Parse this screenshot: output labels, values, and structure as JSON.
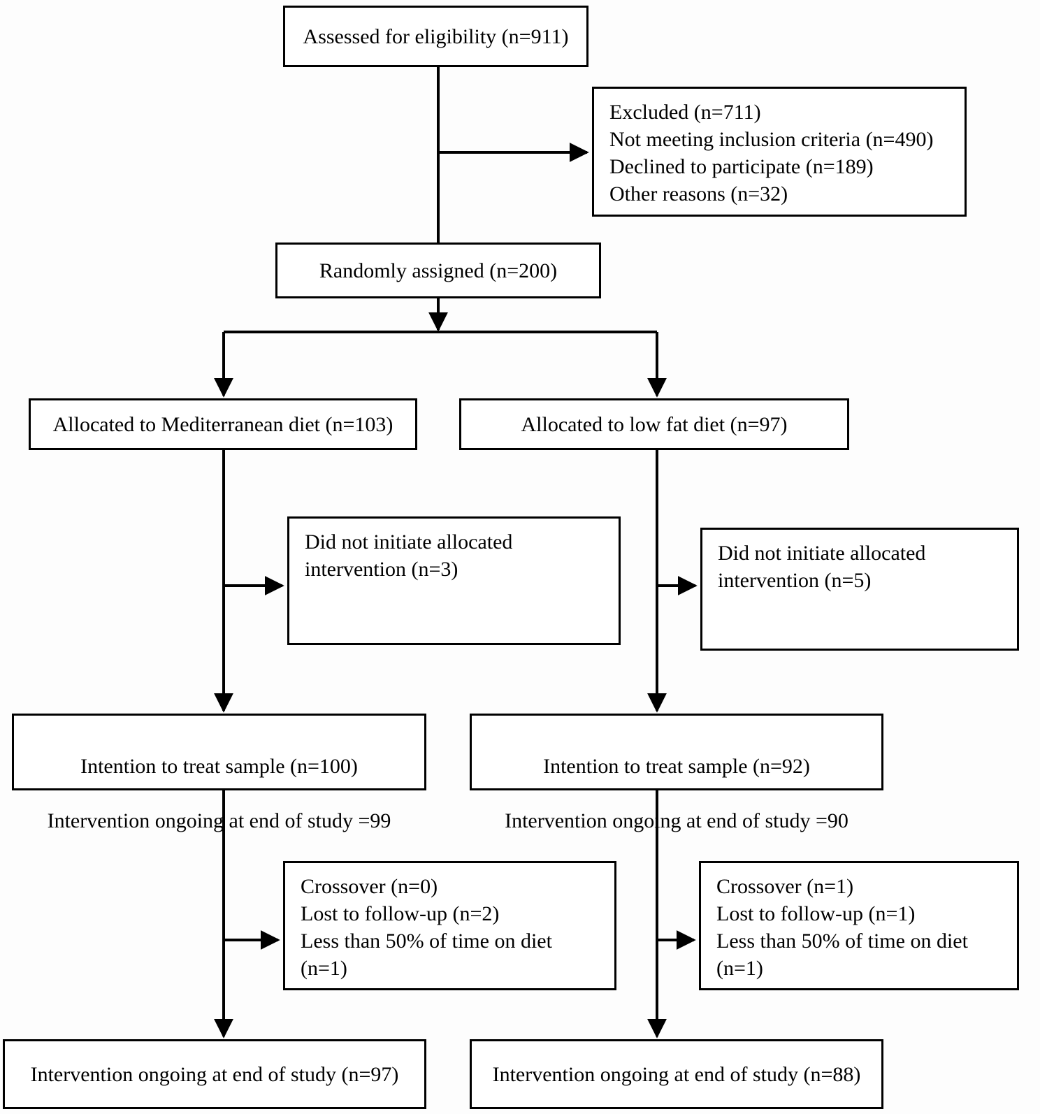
{
  "diagram": {
    "title": "CONSORT participant flow diagram",
    "type": "flowchart",
    "stroke_color": "#000000",
    "background_color": "#ffffff",
    "nodes": {
      "assessed": "Assessed for eligibility (n=911)",
      "excluded": "Excluded (n=711)\nNot meeting inclusion criteria (n=490)\nDeclined to participate (n=189)\nOther reasons (n=32)",
      "randomized": "Randomly assigned (n=200)",
      "allocated_mediterranean": "Allocated to Mediterranean diet (n=103)",
      "allocated_lowfat": "Allocated to low fat diet (n=97)",
      "not_initiated_mediterranean": "Did not initiate allocated intervention (n=3)",
      "not_initiated_lowfat": "Did not initiate allocated intervention (n=5)",
      "itt_mediterranean_line1": "Intention to treat sample (n=100)",
      "itt_mediterranean_line2": "Intervention ongoing at end of study =99",
      "itt_lowfat_line1": "Intention to treat sample (n=92)",
      "itt_lowfat_line2": "Intervention ongoing at end of study =90",
      "attrition_mediterranean": "Crossover (n=0)\nLost to follow-up (n=2)\nLess than 50% of time on diet (n=1)",
      "attrition_lowfat": "Crossover (n=1)\nLost to follow-up (n=1)\nLess than 50% of time on diet (n=1)",
      "final_mediterranean": "Intervention ongoing at end of study (n=97)",
      "final_lowfat": "Intervention ongoing at end of study (n=88)"
    },
    "chart_data": {
      "type": "flowchart",
      "title": "CONSORT participant flow diagram",
      "stages": [
        {
          "stage": "Assessed for eligibility",
          "n": 911
        },
        {
          "stage": "Excluded",
          "n": 711
        },
        {
          "stage": "Not meeting inclusion criteria",
          "n": 490
        },
        {
          "stage": "Declined to participate",
          "n": 189
        },
        {
          "stage": "Other reasons",
          "n": 32
        },
        {
          "stage": "Randomly assigned",
          "n": 200
        },
        {
          "stage": "Allocated to Mediterranean diet",
          "n": 103
        },
        {
          "stage": "Allocated to low fat diet",
          "n": 97
        },
        {
          "stage": "Mediterranean: did not initiate allocated intervention",
          "n": 3
        },
        {
          "stage": "Low fat: did not initiate allocated intervention",
          "n": 5
        },
        {
          "stage": "Mediterranean: intention to treat sample",
          "n": 100
        },
        {
          "stage": "Mediterranean: intervention ongoing at end of study",
          "n": 99
        },
        {
          "stage": "Low fat: intention to treat sample",
          "n": 92
        },
        {
          "stage": "Low fat: intervention ongoing at end of study",
          "n": 90
        },
        {
          "stage": "Mediterranean: crossover",
          "n": 0
        },
        {
          "stage": "Mediterranean: lost to follow-up",
          "n": 2
        },
        {
          "stage": "Mediterranean: less than 50% of time on diet",
          "n": 1
        },
        {
          "stage": "Low fat: crossover",
          "n": 1
        },
        {
          "stage": "Low fat: lost to follow-up",
          "n": 1
        },
        {
          "stage": "Low fat: less than 50% of time on diet",
          "n": 1
        },
        {
          "stage": "Mediterranean: intervention ongoing at end of study (final)",
          "n": 97
        },
        {
          "stage": "Low fat: intervention ongoing at end of study (final)",
          "n": 88
        }
      ]
    }
  }
}
